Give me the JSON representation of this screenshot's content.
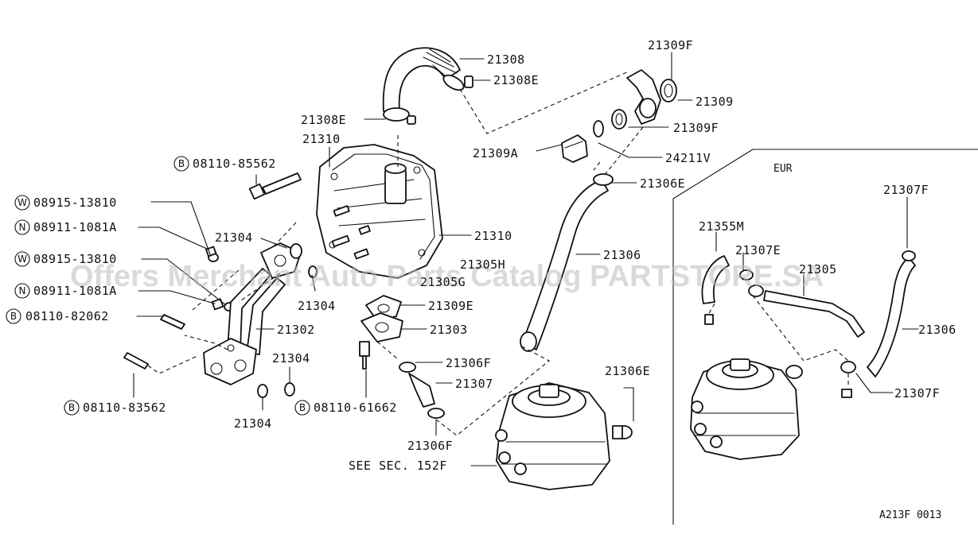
{
  "labels": {
    "p21308": "21308",
    "p21308E_a": "21308E",
    "p21308E_b": "21308E",
    "p21309F_a": "21309F",
    "p21309": "21309",
    "p21309F_b": "21309F",
    "p21309A": "21309A",
    "p24211V": "24211V",
    "p21306E_a": "21306E",
    "p21310_a": "21310",
    "p21310_b": "21310",
    "p21304_a": "21304",
    "p21304_b": "21304",
    "p21304_c": "21304",
    "p21304_d": "21304",
    "p21305H": "21305H",
    "p21305G": "21305G",
    "p21309E": "21309E",
    "p21303": "21303",
    "p21302": "21302",
    "p21306F_a": "21306F",
    "p21306F_b": "21306F",
    "p21307": "21307",
    "p21306": "21306",
    "p21306E_b": "21306E",
    "see_sec": "SEE SEC. 152F",
    "b_85562": "08110-85562",
    "w_13810_a": "08915-13810",
    "n_1081A_a": "08911-1081A",
    "w_13810_b": "08915-13810",
    "n_1081A_b": "08911-1081A",
    "b_82062": "08110-82062",
    "b_83562": "08110-83562",
    "b_61662": "08110-61662",
    "eur": "EUR",
    "e_21307F_a": "21307F",
    "e_21355M": "21355M",
    "e_21307E": "21307E",
    "e_21305": "21305",
    "e_21306": "21306",
    "e_21307F_b": "21307F",
    "figure_code": "A213F 0013"
  },
  "prefix": {
    "b": "B",
    "w": "W",
    "n": "N"
  },
  "watermark": "Offers Merchant Auto Parts Catalog PARTSTORE.SA"
}
